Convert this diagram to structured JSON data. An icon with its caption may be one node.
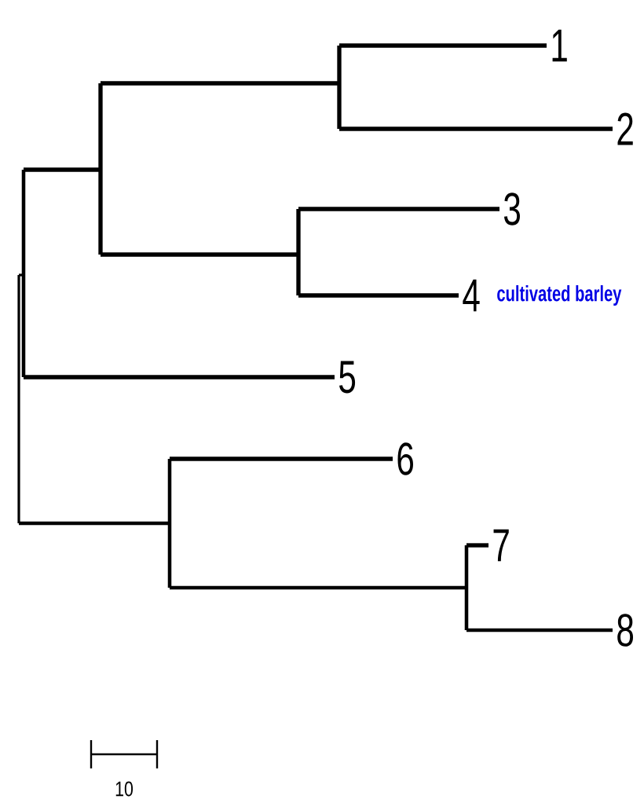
{
  "diagram": {
    "labels": [
      "1",
      "2",
      "3",
      "4",
      "cultivated barley",
      "5",
      "6",
      "7",
      "8",
      "10"
    ]
  }
}
